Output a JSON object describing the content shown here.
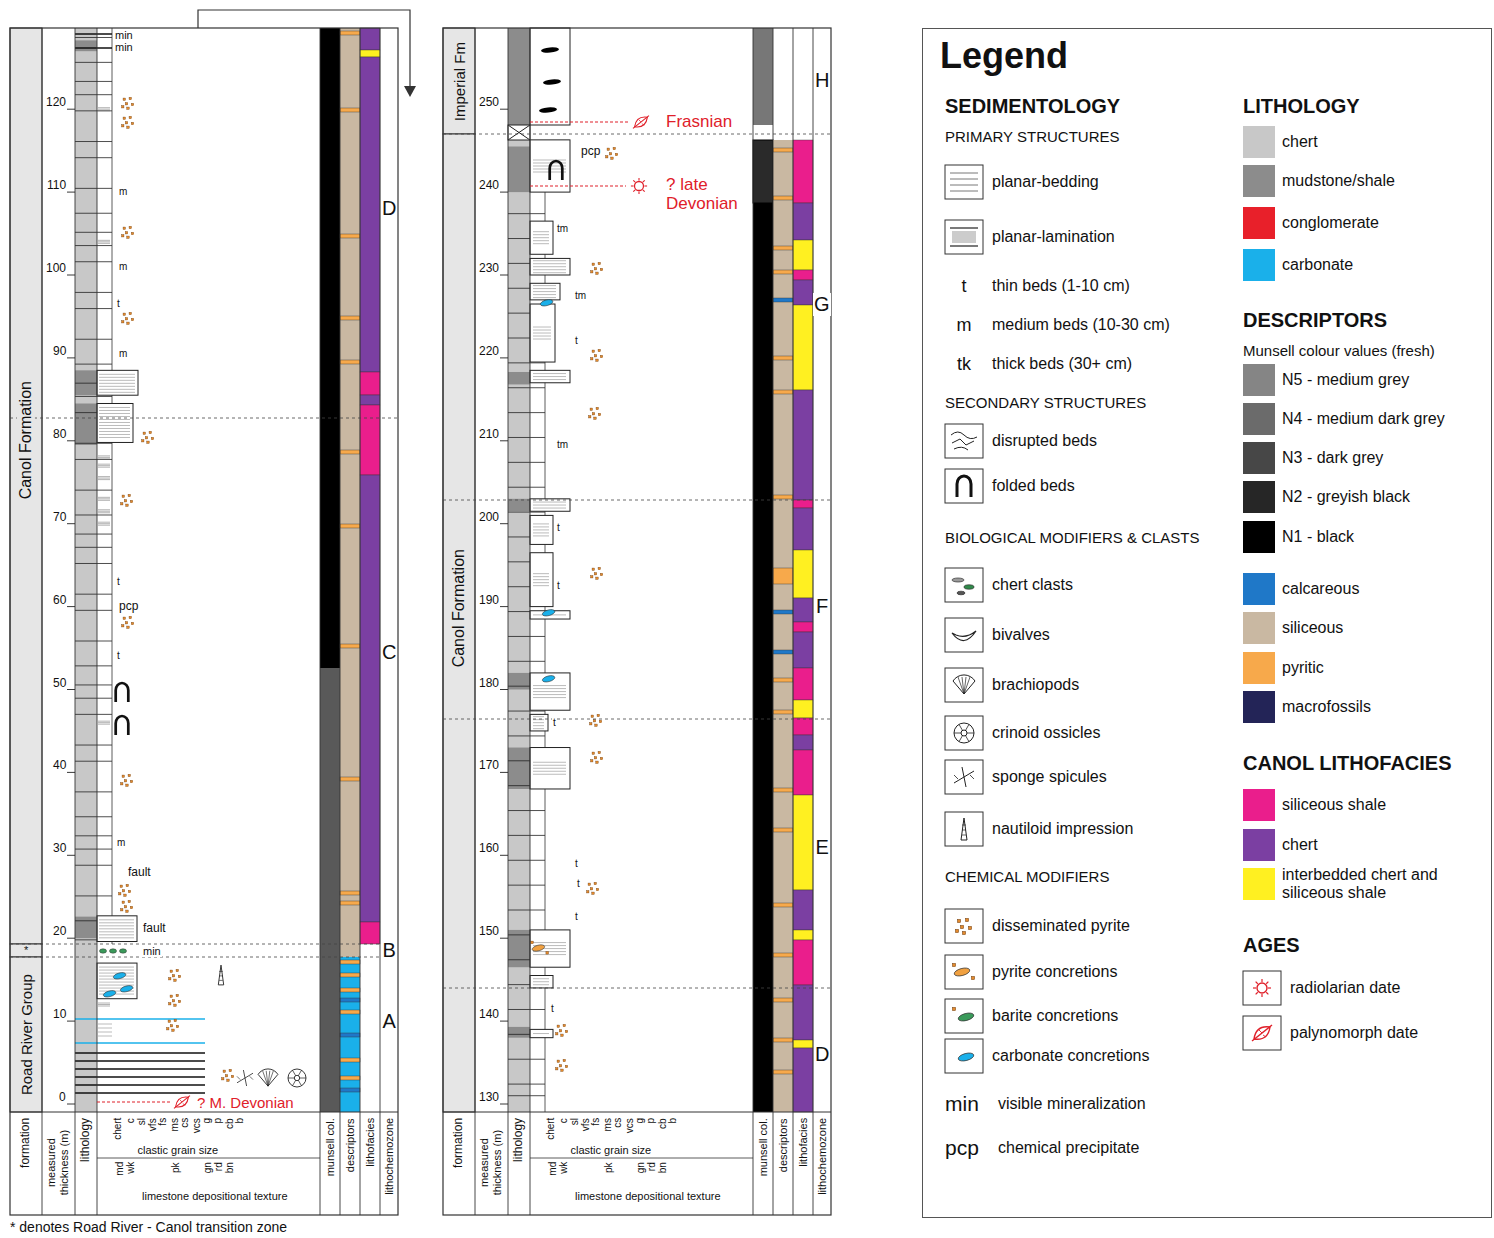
{
  "diagram": {
    "nodes": [
      {
        "text": [
          "Canol Formation"
        ]
      },
      {
        "text": [
          "*"
        ]
      },
      {
        "text": [
          "Road River Group"
        ]
      },
      {
        "text": [
          "Imperial Fm"
        ]
      },
      {
        "text": [
          "Canol Formation"
        ]
      },
      {
        "text": [
          "Legend"
        ]
      }
    ],
    "labels": [
      "0",
      "10",
      "20",
      "30",
      "40",
      "50",
      "60",
      "70",
      "80",
      "90",
      "100",
      "110",
      "120",
      "130",
      "140",
      "150",
      "160",
      "170",
      "180",
      "190",
      "200",
      "210",
      "220",
      "230",
      "240",
      "250",
      "D",
      "C",
      "B",
      "A",
      "H",
      "G",
      "F",
      "E",
      "D",
      "min",
      "min",
      "fault",
      "fault",
      "min",
      "pcp",
      "pcp",
      "? M. Devonian",
      "Frasnian",
      "? late Devonian",
      "m",
      "m",
      "t",
      "m",
      "t",
      "t",
      "m",
      "tm",
      "tm",
      "t",
      "tm",
      "t",
      "t",
      "t",
      "t",
      "t",
      "t",
      "t",
      "formation",
      "measured thickness (m)",
      "lithology",
      "chert",
      "c",
      "sl",
      "vfs",
      "fs",
      "ms",
      "cs",
      "vcs",
      "g",
      "p",
      "cb",
      "b",
      "clastic grain size",
      "md",
      "wk",
      "pk",
      "gn",
      "rd",
      "bn",
      "limestone depositional texture",
      "munsell col.",
      "descriptors",
      "lithofacies",
      "lithochemozone",
      "formation",
      "measured thickness (m)",
      "lithology",
      "chert",
      "c",
      "sl",
      "vfs",
      "fs",
      "ms",
      "cs",
      "vcs",
      "g",
      "p",
      "cb",
      "b",
      "clastic grain size",
      "md",
      "wk",
      "pk",
      "gn",
      "rd",
      "bn",
      "limestone depositional texture",
      "munsell col.",
      "descriptors",
      "lithofacies",
      "lithochemozone",
      "* denotes Road River - Canol transition zone",
      "SEDIMENTOLOGY",
      "PRIMARY STRUCTURES",
      "t",
      "m",
      "tk",
      "SECONDARY STRUCTURES",
      "BIOLOGICAL MODIFIERS & CLASTS",
      "CHEMICAL MODIFIERS",
      "min",
      "pcp",
      "LITHOLOGY",
      "DESCRIPTORS",
      "Munsell colour values (fresh)",
      "CANOL LITHOFACIES",
      "AGES"
    ],
    "legend": [
      {
        "text": "planar-bedding"
      },
      {
        "text": "planar-lamination"
      },
      {
        "text": "thin beds (1-10 cm)"
      },
      {
        "text": "medium beds (10-30 cm)"
      },
      {
        "text": "thick beds (30+ cm)"
      },
      {
        "text": "disrupted beds"
      },
      {
        "text": "folded beds"
      },
      {
        "text": "chert clasts"
      },
      {
        "text": "bivalves"
      },
      {
        "text": "brachiopods"
      },
      {
        "text": "crinoid ossicles"
      },
      {
        "text": "sponge spicules"
      },
      {
        "text": "nautiloid impression"
      },
      {
        "text": "disseminated pyrite"
      },
      {
        "text": "pyrite concretions"
      },
      {
        "text": "barite concretions"
      },
      {
        "text": "carbonate concretions"
      },
      {
        "text": "visible mineralization"
      },
      {
        "text": "chemical precipitate"
      },
      {
        "text": "chert",
        "color": "#c8c8c8"
      },
      {
        "text": "mudstone/shale",
        "color": "#8c8c8c"
      },
      {
        "text": "conglomerate",
        "color": "#e8202a"
      },
      {
        "text": "carbonate",
        "color": "#1ab0ea"
      },
      {
        "text": "N5 - medium grey",
        "color": "#858585"
      },
      {
        "text": "N4 - medium dark grey",
        "color": "#6b6b6b"
      },
      {
        "text": "N3 - dark grey",
        "color": "#474747"
      },
      {
        "text": "N2 - greyish black",
        "color": "#262626"
      },
      {
        "text": "N1 - black",
        "color": "#000000"
      },
      {
        "text": "calcareous",
        "color": "#1f78c8"
      },
      {
        "text": "siliceous",
        "color": "#c9b8a2"
      },
      {
        "text": "pyritic",
        "color": "#f7a94b"
      },
      {
        "text": "macrofossils",
        "color": "#232457"
      },
      {
        "text": "siliceous shale",
        "color": "#ea1e8c"
      },
      {
        "text": "chert",
        "color": "#7b3fa2"
      },
      {
        "text": "interbedded chert and siliceous shale",
        "color": "#fff021"
      },
      {
        "text": "radiolarian date"
      },
      {
        "text": "palynomorph date"
      }
    ]
  }
}
